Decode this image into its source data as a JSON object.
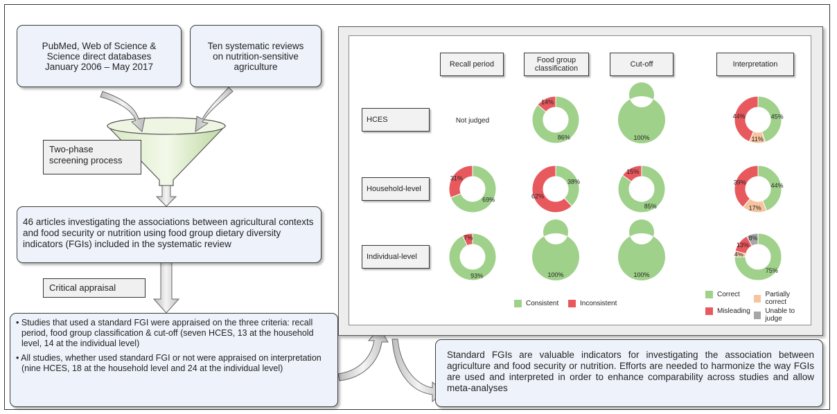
{
  "left": {
    "source1": "PubMed, Web of Science &\nScience direct databases\nJanuary 2006 – May 2017",
    "source2": "Ten systematic reviews\non nutrition-sensitive\nagriculture",
    "screening": "Two-phase\nscreening process",
    "included": "46 articles investigating the associations between agricultural contexts and food security or nutrition using food group dietary diversity indicators (FGIs) included in the systematic review",
    "appraisal_label": "Critical appraisal",
    "bullet1": "• Studies that used a standard FGI were appraised on the three criteria: recall period, food group classification & cut-off (seven HCES, 13 at the household level, 14 at the individual level)",
    "bullet2": "• All studies, whether used standard FGI or not were appraised on interpretation (nine HCES, 18 at the household level and 24 at the individual level)"
  },
  "conclusion": "Standard FGIs are valuable indicators for investigating the association between agriculture and food security or nutrition. Efforts are needed to harmonize the way FGIs are used and interpreted in order to enhance comparability across studies and allow meta-analyses",
  "colors": {
    "consistent": "#9fd18a",
    "inconsistent": "#e8595e",
    "correct": "#9fd18a",
    "partially_correct": "#f7c4a0",
    "misleading": "#e8595e",
    "unable": "#a6a6a6"
  },
  "chart_data": {
    "type": "pie",
    "columns": [
      "Recall period",
      "Food group\nclassification",
      "Cut-off",
      "Interpretation"
    ],
    "rows": [
      "HCES",
      "Household-level",
      "Individual-level"
    ],
    "not_judged_label": "Not judged",
    "legend_left": [
      {
        "key": "consistent",
        "label": "Consistent"
      },
      {
        "key": "inconsistent",
        "label": "Inconsistent"
      }
    ],
    "legend_right": [
      {
        "key": "correct",
        "label": "Correct"
      },
      {
        "key": "partially_correct",
        "label": "Partially correct"
      },
      {
        "key": "misleading",
        "label": "Misleading"
      },
      {
        "key": "unable",
        "label": "Unable to judge"
      }
    ],
    "cells": [
      {
        "row": "HCES",
        "column": "Recall period",
        "judged": false
      },
      {
        "row": "HCES",
        "column": "Food group classification",
        "segments": [
          {
            "key": "consistent",
            "value": 86
          },
          {
            "key": "inconsistent",
            "value": 14
          }
        ]
      },
      {
        "row": "HCES",
        "column": "Cut-off",
        "segments": [
          {
            "key": "consistent",
            "value": 100
          }
        ]
      },
      {
        "row": "HCES",
        "column": "Interpretation",
        "segments": [
          {
            "key": "correct",
            "value": 45
          },
          {
            "key": "partially_correct",
            "value": 11
          },
          {
            "key": "misleading",
            "value": 44
          }
        ]
      },
      {
        "row": "Household-level",
        "column": "Recall period",
        "segments": [
          {
            "key": "consistent",
            "value": 69
          },
          {
            "key": "inconsistent",
            "value": 31
          }
        ]
      },
      {
        "row": "Household-level",
        "column": "Food group classification",
        "segments": [
          {
            "key": "consistent",
            "value": 38
          },
          {
            "key": "inconsistent",
            "value": 62
          }
        ]
      },
      {
        "row": "Household-level",
        "column": "Cut-off",
        "segments": [
          {
            "key": "consistent",
            "value": 85
          },
          {
            "key": "inconsistent",
            "value": 15
          }
        ]
      },
      {
        "row": "Household-level",
        "column": "Interpretation",
        "segments": [
          {
            "key": "correct",
            "value": 44
          },
          {
            "key": "partially_correct",
            "value": 17
          },
          {
            "key": "misleading",
            "value": 39
          }
        ]
      },
      {
        "row": "Individual-level",
        "column": "Recall period",
        "segments": [
          {
            "key": "consistent",
            "value": 93
          },
          {
            "key": "inconsistent",
            "value": 7
          }
        ]
      },
      {
        "row": "Individual-level",
        "column": "Food group classification",
        "segments": [
          {
            "key": "consistent",
            "value": 100
          }
        ]
      },
      {
        "row": "Individual-level",
        "column": "Cut-off",
        "segments": [
          {
            "key": "consistent",
            "value": 100
          }
        ]
      },
      {
        "row": "Individual-level",
        "column": "Interpretation",
        "segments": [
          {
            "key": "correct",
            "value": 75
          },
          {
            "key": "partially_correct",
            "value": 4
          },
          {
            "key": "misleading",
            "value": 13
          },
          {
            "key": "unable",
            "value": 8
          }
        ]
      }
    ]
  }
}
